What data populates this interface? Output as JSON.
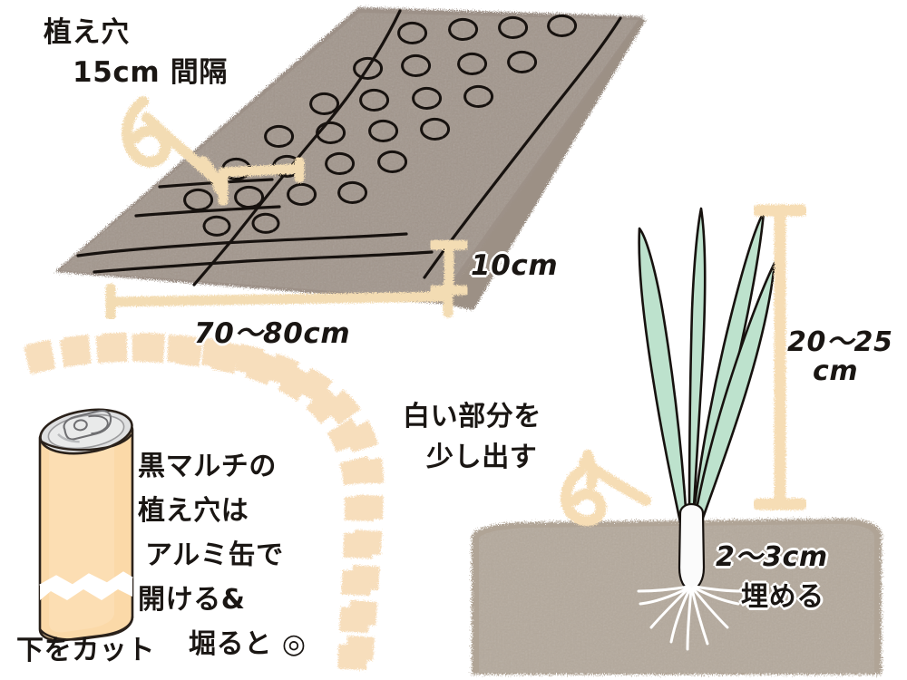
{
  "illustration": {
    "title": "家庭菜園 ネギの植え付け手順 イラスト",
    "style": "hand-drawn",
    "background_color": "#ffffff"
  },
  "palette": {
    "mulch_dark": "#9d9188",
    "mulch_mid": "#a69b91",
    "soil_light": "#b4a99c",
    "soil_bottom": "#b0a496",
    "accent_beige": "#f5ddb3",
    "can_body": "#fad7a5",
    "can_body_light": "#fde3bd",
    "can_top_silver": "#dcdcde",
    "leaf_green": "#b9e0ca",
    "ink": "#1a1613",
    "white": "#ffffff"
  },
  "bed_diagram": {
    "label_planthole": "植え穴",
    "label_spacing": "15cm 間隔",
    "label_height": "10cm",
    "label_width": "70～80cm",
    "hole_rows": 6,
    "holes_per_row": 5,
    "mulch_panels": 3
  },
  "seedling_diagram": {
    "label_height": "20～25",
    "label_height_unit": "cm",
    "label_white_part_line1": "白い部分を",
    "label_white_part_line2": "少し出す",
    "label_depth": "2～3cm",
    "label_depth_action": "埋める",
    "leaf_count": 4,
    "root_count": 9
  },
  "can_diagram": {
    "line1": "黒マルチの",
    "line2": "植え穴は",
    "line3": "アルミ缶で",
    "line4": "開ける&",
    "line5": "堀ると ◎",
    "label_cut_bottom": "下をカット",
    "arc_segments": 18
  }
}
